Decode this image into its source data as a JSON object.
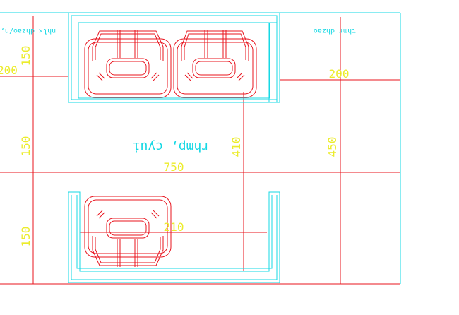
{
  "colors": {
    "background": "#ffffff",
    "cyan": "#16d8e4",
    "red": "#e8141e",
    "yellow": "#ecec2c"
  },
  "room_label": "rhmp, cyui",
  "room_label_top_left": "nhlk dhzao/n,",
  "room_label_top_right": "thmr dhzao",
  "dimensions": {
    "d200_left": "200",
    "d150_top": "150",
    "d150_mid": "150",
    "d150_bottom": "150",
    "d750": "750",
    "d410": "410",
    "d450": "450",
    "d200_right": "200",
    "d210": "210"
  }
}
